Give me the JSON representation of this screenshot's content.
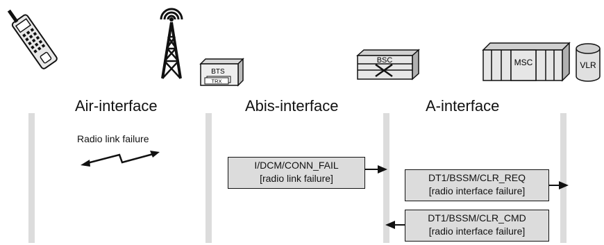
{
  "equipment": {
    "bts_label": "BTS",
    "trx_label": "TRX",
    "bsc_label": "BSC",
    "msc_label": "MSC",
    "vlr_label": "VLR"
  },
  "interfaces": {
    "air": "Air-interface",
    "abis": "Abis-interface",
    "a": "A-interface"
  },
  "air_message": "Radio link failure",
  "messages": {
    "conn_fail": {
      "line1": "I/DCM/CONN_FAIL",
      "line2": "[radio link failure]"
    },
    "clr_req": {
      "line1": "DT1/BSSM/CLR_REQ",
      "line2": "[radio interface failure]"
    },
    "clr_cmd": {
      "line1": "DT1/BSSM/CLR_CMD",
      "line2": "[radio interface failure]"
    }
  }
}
